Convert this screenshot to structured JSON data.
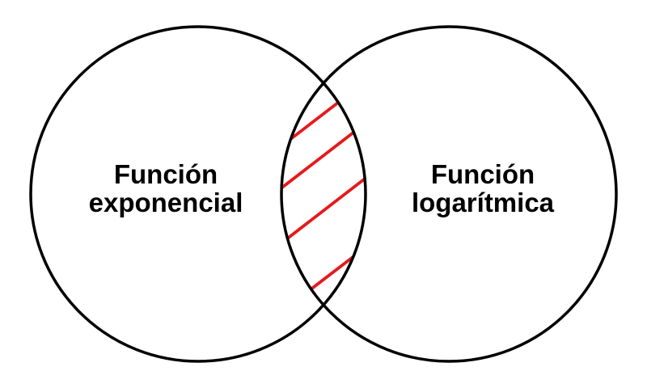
{
  "venn": {
    "left": {
      "label_line1": "Función",
      "label_line2": "exponencial"
    },
    "right": {
      "label_line1": "Función",
      "label_line2": "logarítmica"
    },
    "intersection": {
      "description": "red diagonal hatching marks the overlap of the two sets",
      "hatch_line_count": 4
    },
    "colors": {
      "stroke": "#000000",
      "hatch": "#e6191c",
      "background": "#ffffff"
    }
  }
}
